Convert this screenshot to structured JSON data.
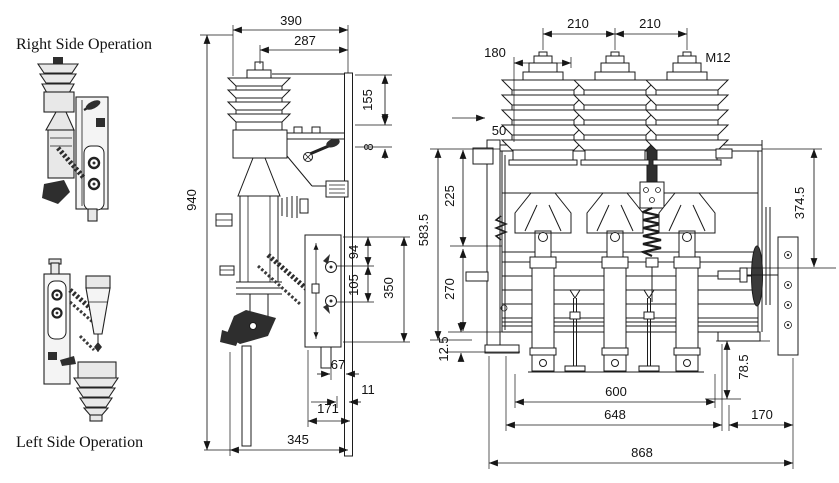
{
  "colors": {
    "background": "#ffffff",
    "line_ink": "#1c1c1c",
    "dark_fill": "#2e2e2e"
  },
  "captions": {
    "right_side": "Right Side Operation",
    "left_side": "Left Side Operation"
  },
  "side_view": {
    "dims": {
      "d390": "390",
      "d287": "287",
      "d155": "155",
      "d8": "8",
      "d940": "940",
      "d94": "94",
      "d105": "105",
      "d350": "350",
      "d67": "67",
      "d11": "11",
      "d171": "171",
      "d345": "345"
    }
  },
  "front_view": {
    "bolt_spec": "M12",
    "dims": {
      "d210_left": "210",
      "d210_right": "210",
      "d180": "180",
      "d50": "50",
      "d225": "225",
      "d583_5": "583.5",
      "d270": "270",
      "d12_5": "12.5",
      "d374_5": "374.5",
      "d78_5": "78.5",
      "d600": "600",
      "d648": "648",
      "d170": "170",
      "d868": "868"
    }
  }
}
